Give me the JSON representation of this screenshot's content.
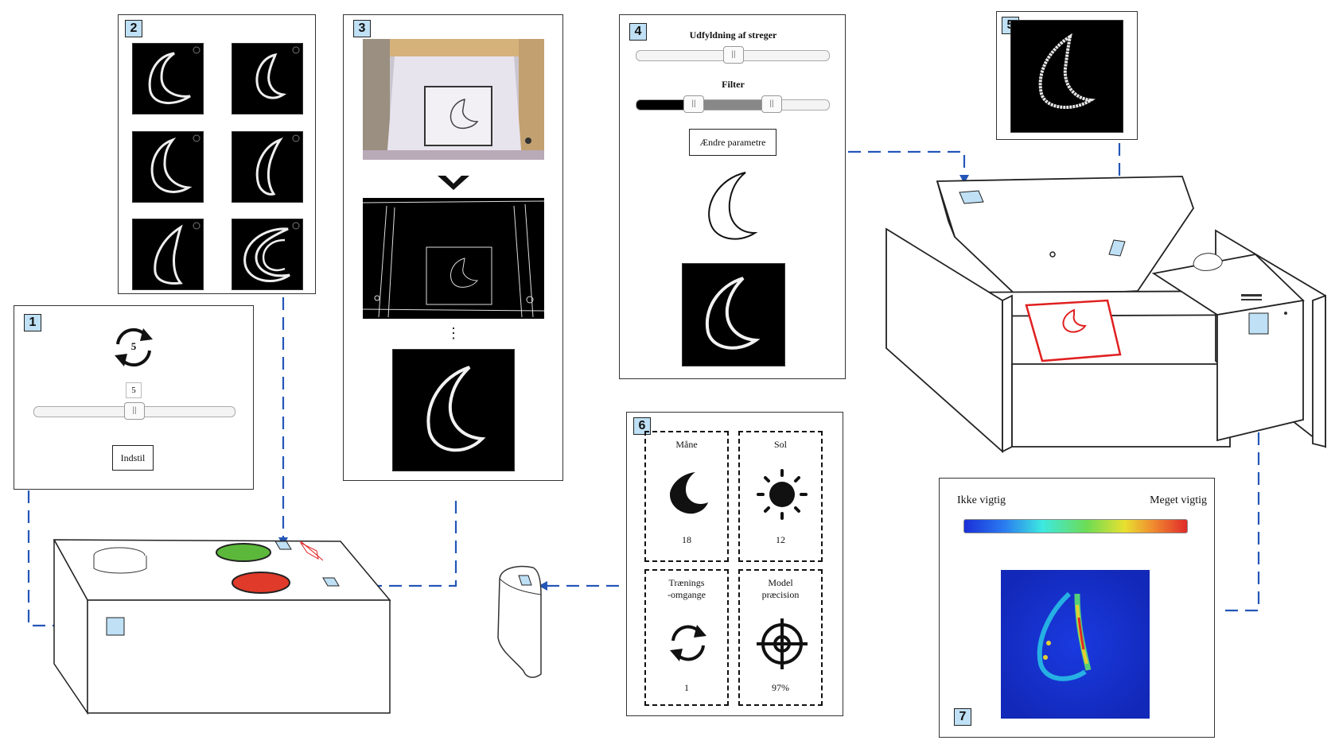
{
  "panel1": {
    "number": "1",
    "rounds_icon_value": "5",
    "slider_value": "5",
    "button_label": "Indstil"
  },
  "panel2": {
    "number": "2"
  },
  "panel3": {
    "number": "3",
    "ellipsis": "⋮"
  },
  "panel4": {
    "number": "4",
    "stroke_label": "Udfyldning af streger",
    "filter_label": "Filter",
    "button_label": "Ændre parametre"
  },
  "panel5": {
    "number": "5"
  },
  "panel6": {
    "number": "6",
    "cards": [
      {
        "title": "Måne",
        "value": "18",
        "icon": "moon-icon"
      },
      {
        "title": "Sol",
        "value": "12",
        "icon": "sun-icon"
      },
      {
        "title": "Trænings -omgange",
        "title_line1": "Trænings",
        "title_line2": "-omgange",
        "value": "1",
        "icon": "refresh-icon"
      },
      {
        "title": "Model præcision",
        "title_line1": "Model",
        "title_line2": "præcision",
        "value": "97%",
        "icon": "target-icon"
      }
    ]
  },
  "panel7": {
    "number": "7",
    "legend_low": "Ikke vigtig",
    "legend_high": "Meget vigtig"
  },
  "colors": {
    "accent_blue": "#2456b8",
    "marker_fill": "#bfe0f5",
    "green_button": "#5cb83a",
    "red_button": "#e03a2a",
    "laser_red": "#e02020"
  }
}
